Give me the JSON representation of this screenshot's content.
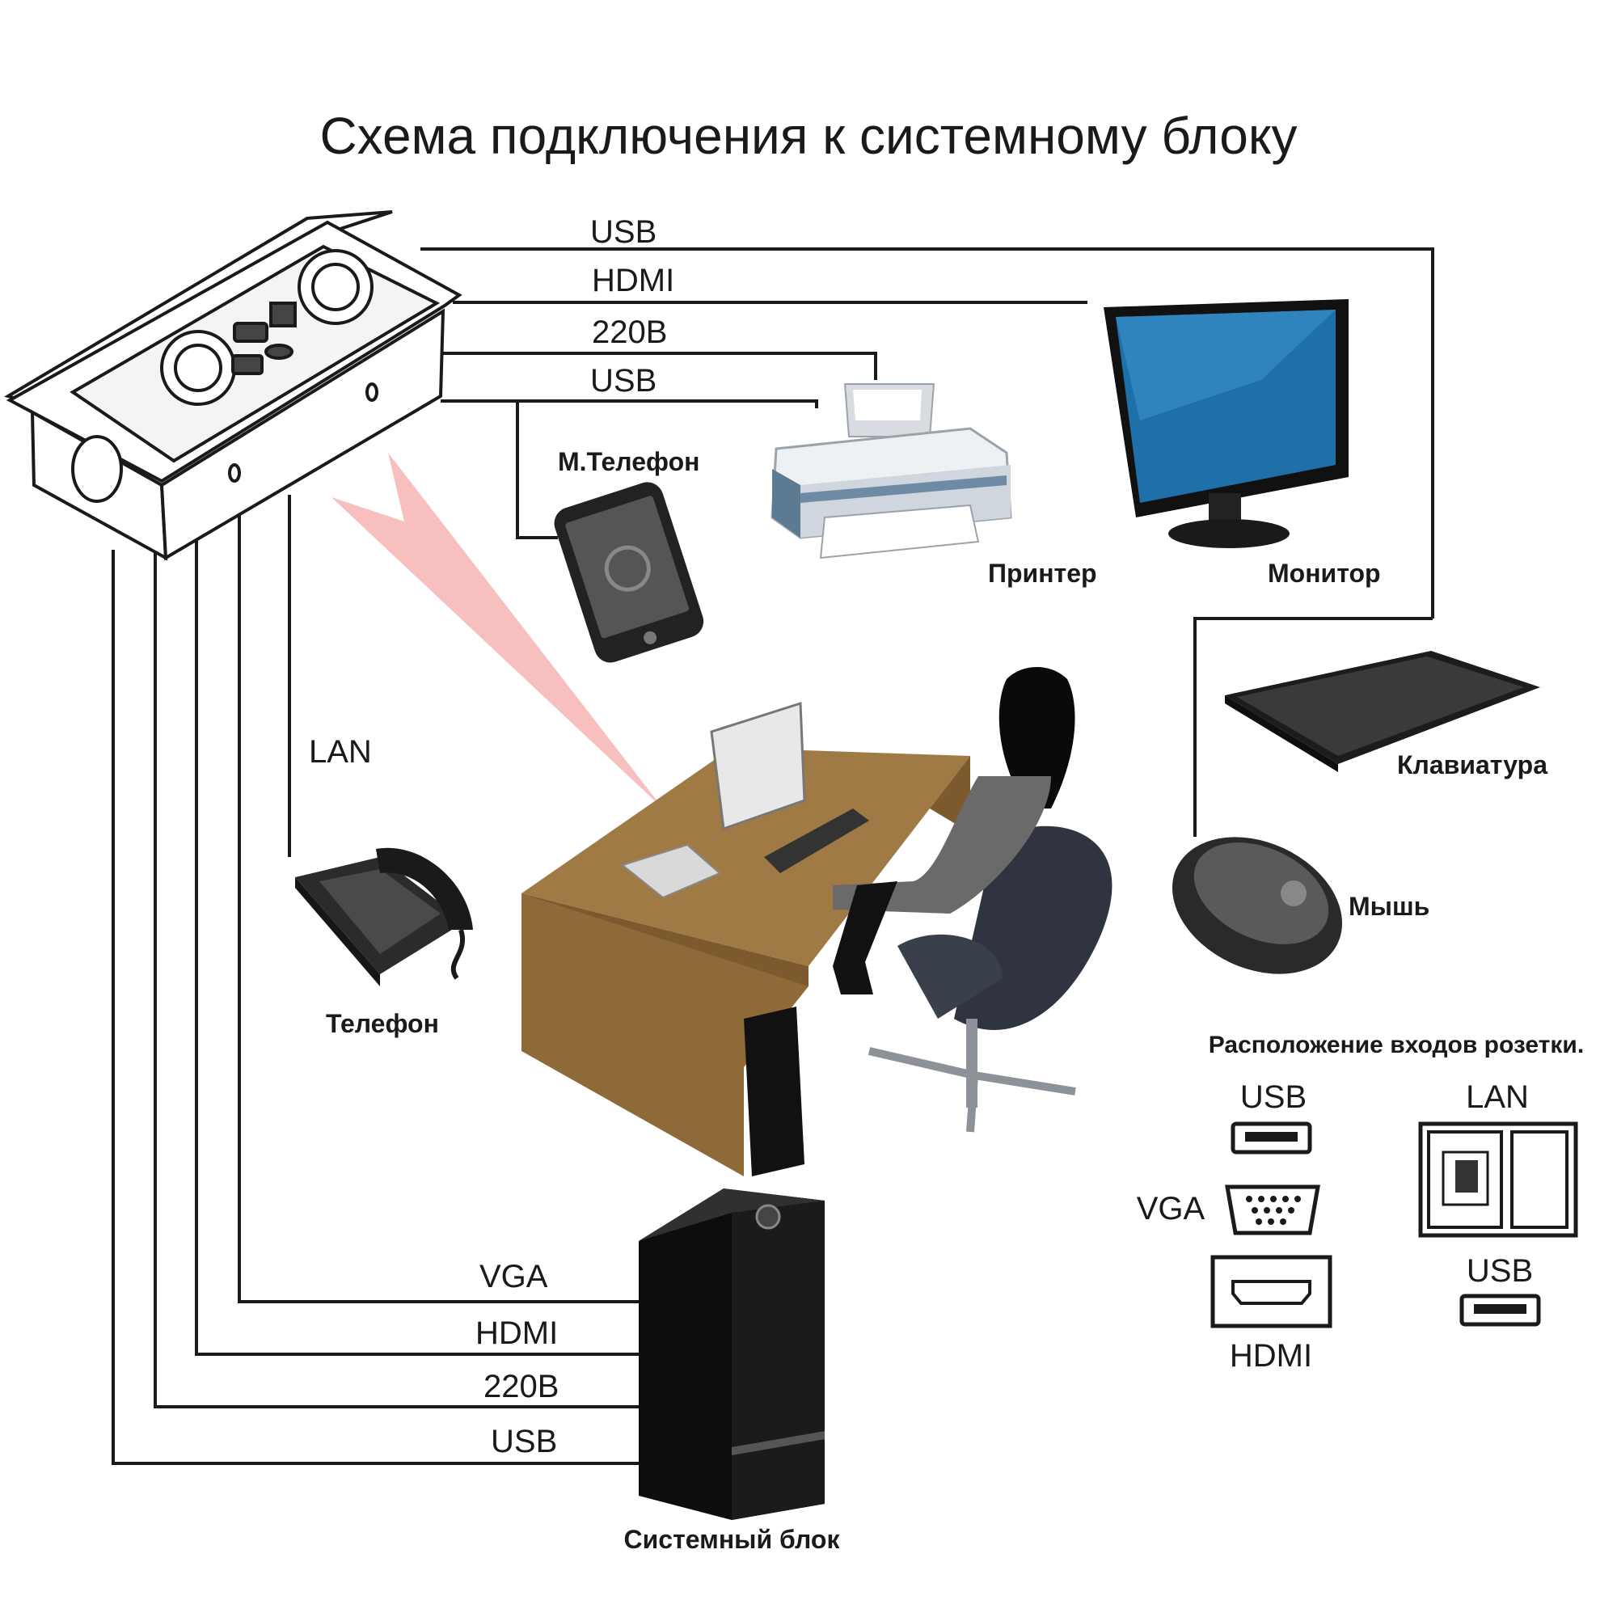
{
  "title": "Схема подключения к системному блоку",
  "top_wires": [
    "USB",
    "HDMI",
    "220В",
    "USB"
  ],
  "bottom_wires": [
    "VGA",
    "HDMI",
    "220В",
    "USB"
  ],
  "lan_label": "LAN",
  "devices": {
    "mobile_phone": "М.Телефон",
    "printer": "Принтер",
    "monitor": "Монитор",
    "keyboard": "Клавиатура",
    "mouse": "Мышь",
    "phone": "Телефон",
    "system_unit": "Системный блок"
  },
  "legend": {
    "title": "Расположение входов розетки.",
    "usb_top": "USB",
    "lan": "LAN",
    "vga": "VGA",
    "hdmi": "HDMI",
    "usb_bottom": "USB"
  }
}
